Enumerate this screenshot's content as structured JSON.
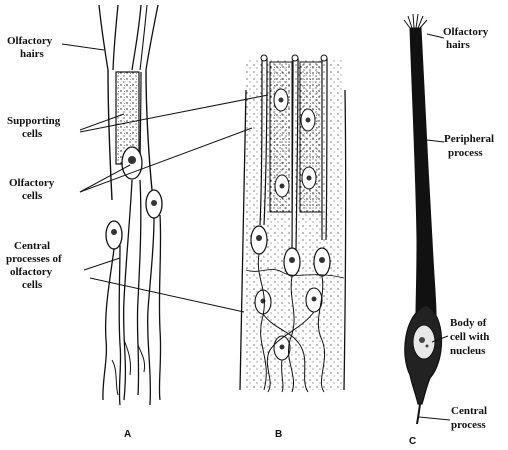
{
  "labels": {
    "olfactory_hairs_left_1": "Olfactory",
    "olfactory_hairs_left_2": "hairs",
    "supporting_cells_1": "Supporting",
    "supporting_cells_2": "cells",
    "olfactory_cells_1": "Olfactory",
    "olfactory_cells_2": "cells",
    "central_processes_1": "Central",
    "central_processes_2": "processes of",
    "central_processes_3": "olfactory",
    "central_processes_4": "cells",
    "olfactory_hairs_right_1": "Olfactory",
    "olfactory_hairs_right_2": "hairs",
    "peripheral_process_1": "Peripheral",
    "peripheral_process_2": "process",
    "body_of_cell_1": "Body of",
    "body_of_cell_2": "cell with",
    "body_of_cell_3": "nucleus",
    "central_process_1": "Central",
    "central_process_2": "process"
  },
  "panels": {
    "a": "A",
    "b": "B",
    "c": "C"
  }
}
